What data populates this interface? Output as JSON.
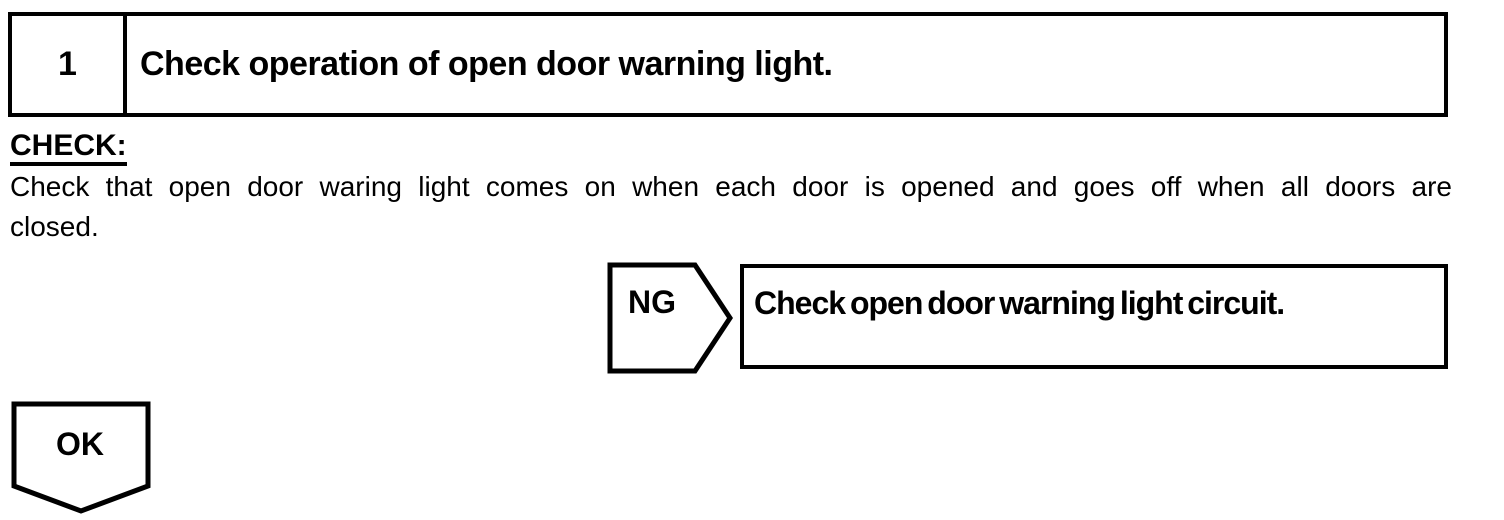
{
  "page": {
    "background_color": "#ffffff",
    "ink_color": "#000000"
  },
  "step": {
    "number": "1",
    "title": "Check operation of open door warning light."
  },
  "check": {
    "heading": "CHECK:",
    "body_line1": "Check that open door waring light comes on when each door is opened and goes off when all doors are",
    "body_line2": "closed."
  },
  "ng": {
    "label": "NG",
    "shape": "pentagon-arrow-right",
    "action": "Check open door warning light circuit."
  },
  "ok": {
    "label": "OK",
    "shape": "pentagon-arrow-down"
  }
}
